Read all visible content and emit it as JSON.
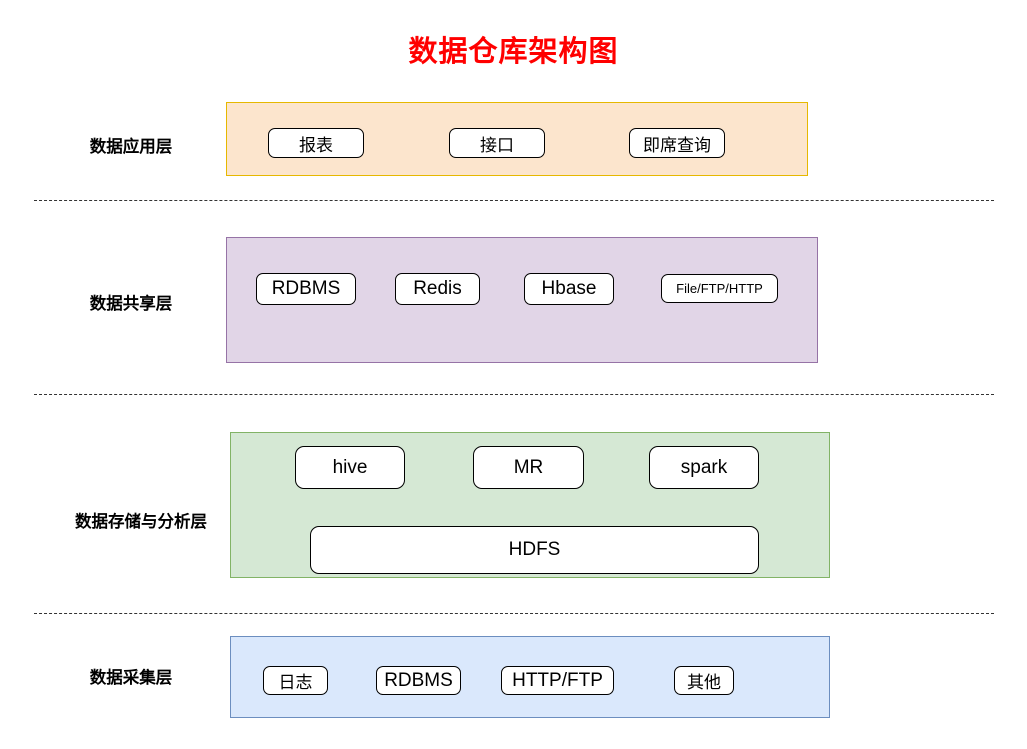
{
  "title": "数据仓库架构图",
  "title_color": "#ff0000",
  "layers": [
    {
      "id": "application",
      "label": "数据应用层",
      "panel_color": "#fce5cd",
      "panel_border": "#e6b800",
      "nodes": [
        {
          "label": "报表",
          "kind": "cn"
        },
        {
          "label": "接口",
          "kind": "cn"
        },
        {
          "label": "即席查询",
          "kind": "cn"
        }
      ]
    },
    {
      "id": "sharing",
      "label": "数据共享层",
      "panel_color": "#e1d5e7",
      "panel_border": "#9673a6",
      "nodes": [
        {
          "label": "RDBMS",
          "kind": "en"
        },
        {
          "label": "Redis",
          "kind": "en"
        },
        {
          "label": "Hbase",
          "kind": "en"
        },
        {
          "label": "File/FTP/HTTP",
          "kind": "sm"
        }
      ]
    },
    {
      "id": "storage-analysis",
      "label": "数据存储与分析层",
      "panel_color": "#d5e8d4",
      "panel_border": "#82b366",
      "nodes": [
        {
          "label": "hive",
          "kind": "big"
        },
        {
          "label": "MR",
          "kind": "big"
        },
        {
          "label": "spark",
          "kind": "big"
        },
        {
          "label": "HDFS",
          "kind": "big"
        }
      ]
    },
    {
      "id": "collection",
      "label": "数据采集层",
      "panel_color": "#dae8fc",
      "panel_border": "#6c8ebf",
      "nodes": [
        {
          "label": "日志",
          "kind": "cn"
        },
        {
          "label": "RDBMS",
          "kind": "en"
        },
        {
          "label": "HTTP/FTP",
          "kind": "en"
        },
        {
          "label": "其他",
          "kind": "cn"
        }
      ]
    }
  ],
  "dividers": 3
}
